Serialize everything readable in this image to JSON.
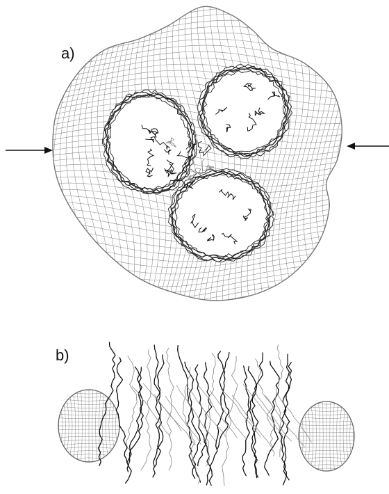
{
  "figure": {
    "panels": [
      {
        "id": "a",
        "label": "a)"
      },
      {
        "id": "b",
        "label": "b)"
      }
    ],
    "colors": {
      "mesh": "#8a8a8a",
      "chain_dark": "#111111",
      "chain_light": "#8f8f8f",
      "arrow": "#111111"
    }
  }
}
